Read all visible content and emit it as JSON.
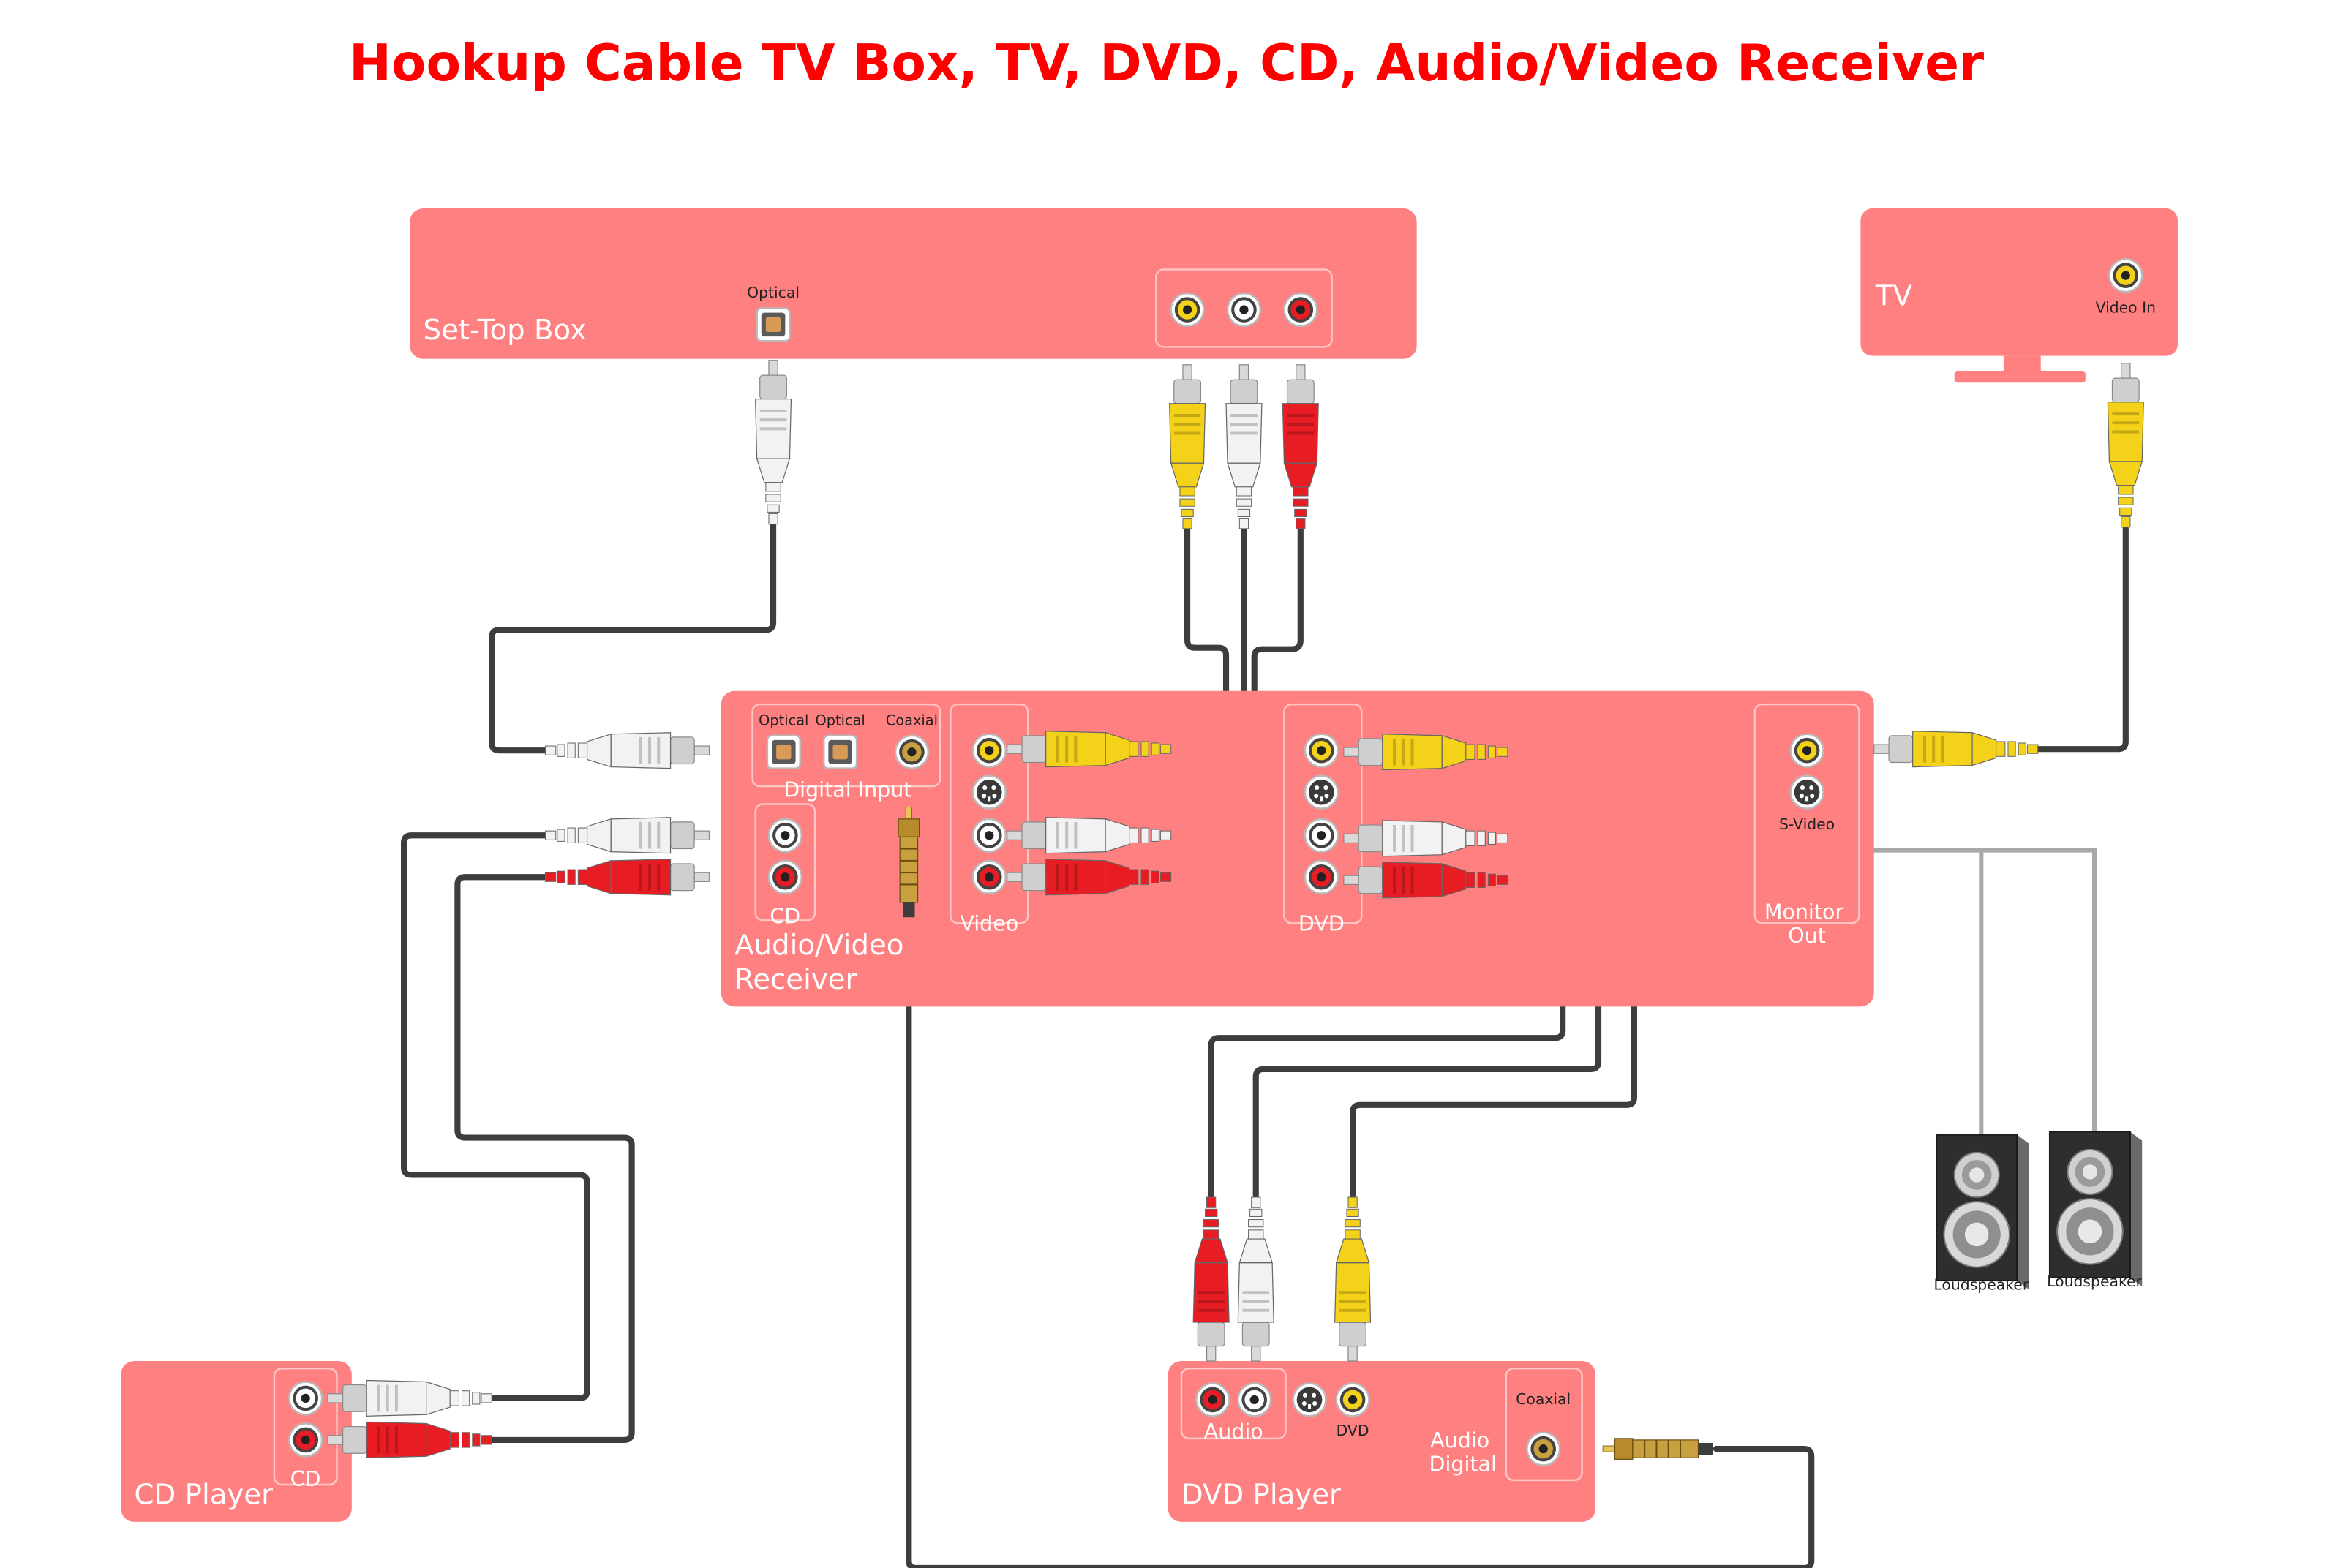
{
  "title": "Hookup Cable TV Box, TV, DVD, CD, Audio/Video Receiver",
  "colors": {
    "title": "#ff0000",
    "device_fill": "#ff8080",
    "cable_dark": "#3d3d3d",
    "cable_gray": "#a8a8a8",
    "plug_yellow": "#f5d21a",
    "plug_white": "#f2f2f2",
    "plug_red": "#e81d24",
    "plug_gold": "#c8a040"
  },
  "set_top_box": {
    "label": "Set-Top Box",
    "optical_label": "Optical"
  },
  "tv": {
    "label": "TV",
    "video_in_label": "Video In"
  },
  "receiver": {
    "label_line1": "Audio/Video",
    "label_line2": "Receiver",
    "optical1_label": "Optical",
    "optical2_label": "Optical",
    "coaxial_label": "Coaxial",
    "digital_input_label": "Digital Input",
    "cd_label": "CD",
    "video_label": "Video",
    "dvd_label": "DVD",
    "svideo_label": "S-Video",
    "monitor_out_line1": "Monitor",
    "monitor_out_line2": "Out"
  },
  "cd_player": {
    "label": "CD Player",
    "cd_label": "CD"
  },
  "dvd_player": {
    "label": "DVD Player",
    "audio_label": "Audio",
    "dvd_label": "DVD",
    "audio_digital_line1": "Audio",
    "audio_digital_line2": "Digital",
    "coaxial_label": "Coaxial"
  },
  "speakers": [
    {
      "label": "Loudspeaker",
      "icon": "loudspeaker-icon"
    },
    {
      "label": "Loudspeaker",
      "icon": "loudspeaker-icon"
    }
  ]
}
